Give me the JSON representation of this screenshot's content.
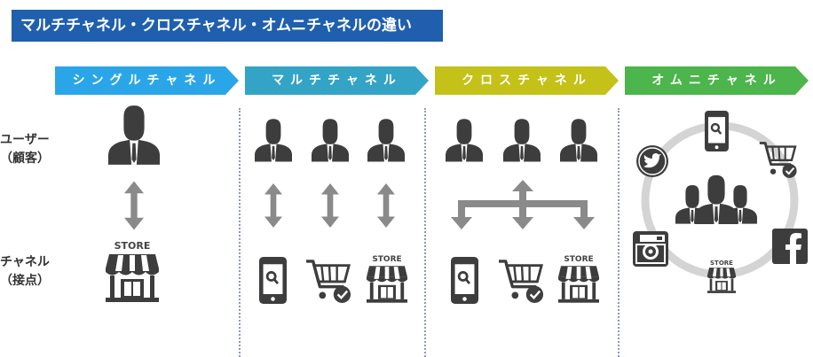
{
  "title": "マルチチャネル・クロスチャネル・オムニチャネルの違い",
  "columns": [
    {
      "label": "シングルチャネル",
      "color": "#2aa6e8"
    },
    {
      "label": "マルチチャネル",
      "color": "#33a4c6"
    },
    {
      "label": "クロスチャネル",
      "color": "#c4c118"
    },
    {
      "label": "オムニチャネル",
      "color": "#4cb54b"
    }
  ],
  "rows": {
    "user_line1": "ユーザー",
    "user_line2": "（顧客）",
    "channel_line1": "チャネル",
    "channel_line2": "（接点）"
  },
  "store_text": "STORE",
  "icons": {
    "person": "user-silhouette-icon",
    "group": "user-group-icon",
    "arrow": "bidirectional-arrow-icon",
    "branch": "branching-arrow-icon",
    "phone": "smartphone-icon",
    "cart": "shopping-cart-check-icon",
    "store": "storefront-icon",
    "twitter": "twitter-icon",
    "instagram": "instagram-icon",
    "facebook": "facebook-icon"
  },
  "colors": {
    "title_bg": "#1f5fae",
    "icon": "#3d3d3d",
    "arrow": "#8a8a8a",
    "ring": "#d4d4d4",
    "divider": "#8e99b8",
    "badge": "#3f3f3f"
  }
}
